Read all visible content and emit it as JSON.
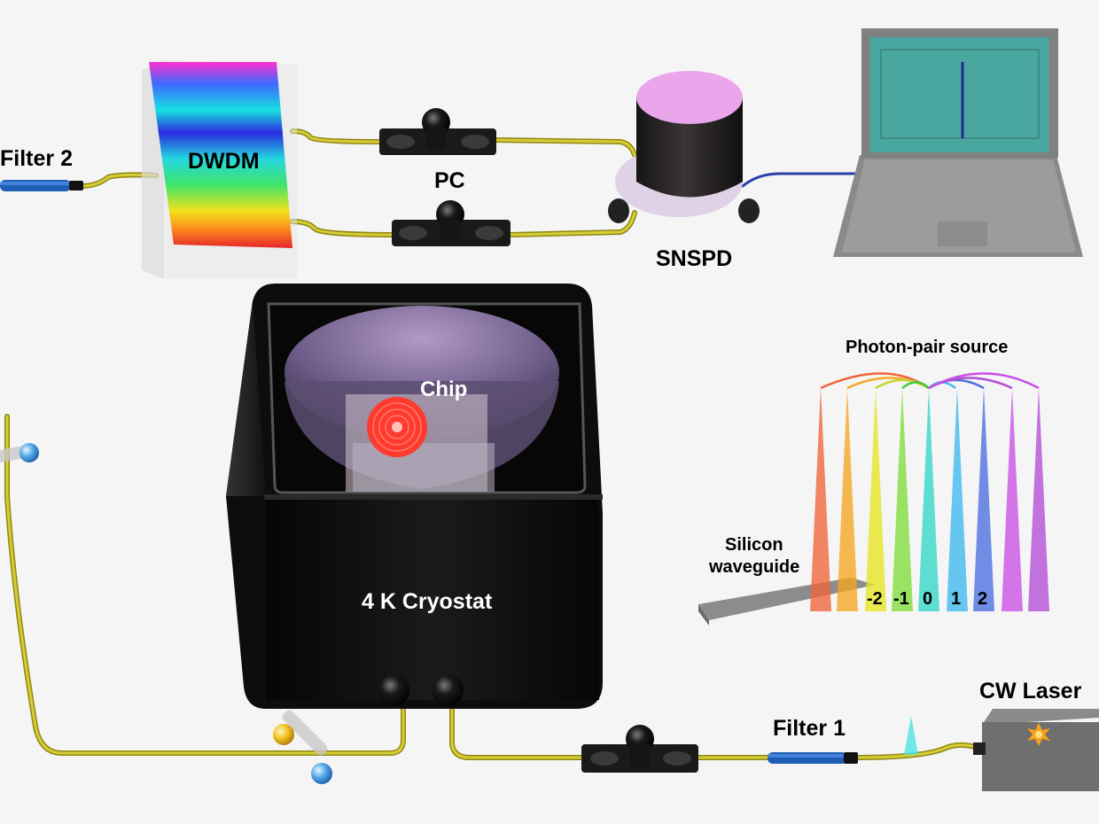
{
  "labels": {
    "filter2": "Filter 2",
    "dwdm": "DWDM",
    "pc": "PC",
    "snspd": "SNSPD",
    "chip": "Chip",
    "cryostat": "4 K Cryostat",
    "photon_pair_source": "Photon-pair source",
    "silicon_waveguide_line1": "Silicon",
    "silicon_waveguide_line2": "waveguide",
    "filter1": "Filter 1",
    "cw_laser": "CW Laser"
  },
  "channels": [
    "-2",
    "-1",
    "0",
    "1",
    "2"
  ],
  "colors": {
    "fiber": "#c9c02a",
    "fiber_dark": "#8f8712",
    "cryostat": "#0d0d0d",
    "chip_ring": "#ff3a2f",
    "snspd_top": "#e9a6ea",
    "laptop_screen": "#4aa7a0",
    "filter_body": "#1e5fb5"
  },
  "spectrum_beams": [
    "#f0643a",
    "#f5a623",
    "#e6e620",
    "#7fdc3a",
    "#33d6c8",
    "#3fb8ee",
    "#4a6ee0",
    "#c94fe6",
    "#b24dd6"
  ]
}
